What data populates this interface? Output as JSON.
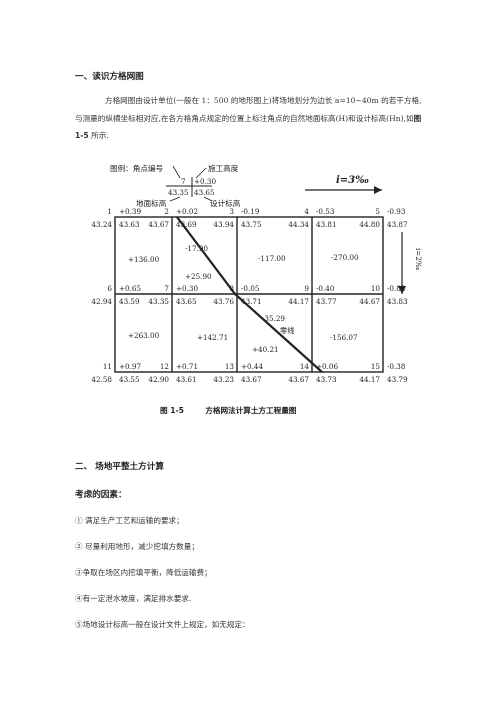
{
  "section1": {
    "title": "一、读识方格网图",
    "para_prefix": "方格网图由设计单位(一般在 1：500 的地形图上)将场地划分为边长 a=10∼40m 的若干方格,与测量的纵横坐标相对应,在各方格角点规定的位置上标注角点的自然地面标高(H)和设计标高(Hn),如",
    "para_ref": "图 1-5",
    "para_suffix": " 所示."
  },
  "legend": {
    "label_left": "图例：角点编号",
    "label_right": "施工高度",
    "bottom_left": "地面标高",
    "bottom_right": "设计标高",
    "corner_no": "7",
    "work_height": "+0.30",
    "ground_elev": "43.35",
    "design_elev": "43.65"
  },
  "slopes": {
    "horizontal": "i=3‰",
    "vertical": "i=2‰"
  },
  "grid": {
    "corners": [
      {
        "no": "1",
        "work": "+0.39",
        "ground": "43.24",
        "design": "43.63"
      },
      {
        "no": "2",
        "work": "+0.02",
        "ground": "43.67",
        "design": "43.69"
      },
      {
        "no": "3",
        "work": "-0.19",
        "ground": "43.94",
        "design": "43.75"
      },
      {
        "no": "4",
        "work": "-0.53",
        "ground": "44.34",
        "design": "43.81"
      },
      {
        "no": "5",
        "work": "-0.93",
        "ground": "44.80",
        "design": "43.87"
      },
      {
        "no": "6",
        "work": "+0.65",
        "ground": "42.94",
        "design": "43.59"
      },
      {
        "no": "7",
        "work": "+0.30",
        "ground": "43.35",
        "design": "43.65"
      },
      {
        "no": "8",
        "work": "-0.05",
        "ground": "43.76",
        "design": "43.71"
      },
      {
        "no": "9",
        "work": "-0.40",
        "ground": "44.17",
        "design": "43.77"
      },
      {
        "no": "10",
        "work": "-0.84",
        "ground": "44.67",
        "design": "43.83"
      },
      {
        "no": "11",
        "work": "+0.97",
        "ground": "42.58",
        "design": "43.55"
      },
      {
        "no": "12",
        "work": "+0.71",
        "ground": "42.90",
        "design": "43.61"
      },
      {
        "no": "13",
        "work": "+0.44",
        "ground": "43.23",
        "design": "43.67"
      },
      {
        "no": "14",
        "work": "+0.06",
        "ground": "43.67",
        "design": "43.73"
      },
      {
        "no": "15",
        "work": "-0.38",
        "ground": "44.17",
        "design": "43.79"
      }
    ],
    "volumes": [
      "+136.00",
      "-17.90",
      "+25.90",
      "-117.00",
      "-270.00",
      "+263.00",
      "+142.71",
      "-35.29",
      "+40.21",
      "-156.07"
    ],
    "zero_line": "零线"
  },
  "caption": {
    "fig_no": "图 1-5",
    "title": "方格网法计算土方工程量图"
  },
  "section2": {
    "title": "二、 场地平整土方计算",
    "factors_title": "考虑的因素：",
    "items": [
      "① 满足生产工艺和运输的要求；",
      "② 尽量利用地形，减少挖填方数量；",
      "③争取在场区内挖填平衡，降低运输费；",
      "④有一定泄水坡度，满足排水要求.",
      "⑤场地设计标高一般在设计文件上规定，如无规定："
    ]
  }
}
